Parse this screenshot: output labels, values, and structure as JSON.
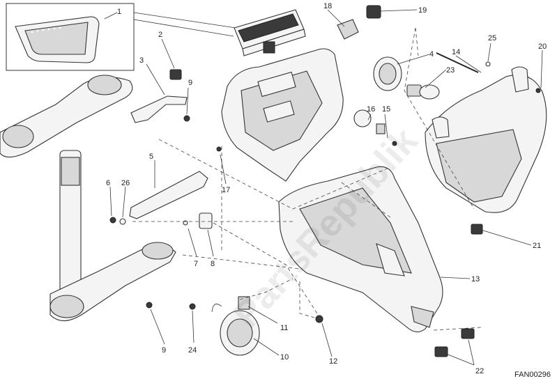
{
  "diagram": {
    "drawing_code": "FAN00296",
    "watermark": "PartsRepublik",
    "callouts": [
      {
        "id": "c1",
        "label": "1"
      },
      {
        "id": "c2",
        "label": "2"
      },
      {
        "id": "c3",
        "label": "3"
      },
      {
        "id": "c4",
        "label": "4"
      },
      {
        "id": "c5",
        "label": "5"
      },
      {
        "id": "c6",
        "label": "6"
      },
      {
        "id": "c7",
        "label": "7"
      },
      {
        "id": "c8",
        "label": "8"
      },
      {
        "id": "c9a",
        "label": "9"
      },
      {
        "id": "c9b",
        "label": "9"
      },
      {
        "id": "c10",
        "label": "10"
      },
      {
        "id": "c11",
        "label": "11"
      },
      {
        "id": "c12",
        "label": "12"
      },
      {
        "id": "c13",
        "label": "13"
      },
      {
        "id": "c14",
        "label": "14"
      },
      {
        "id": "c15",
        "label": "15"
      },
      {
        "id": "c16",
        "label": "16"
      },
      {
        "id": "c17",
        "label": "17"
      },
      {
        "id": "c18",
        "label": "18"
      },
      {
        "id": "c19",
        "label": "19"
      },
      {
        "id": "c20",
        "label": "20"
      },
      {
        "id": "c21",
        "label": "21"
      },
      {
        "id": "c22",
        "label": "22"
      },
      {
        "id": "c23",
        "label": "23"
      },
      {
        "id": "c24",
        "label": "24"
      },
      {
        "id": "c25",
        "label": "25"
      },
      {
        "id": "c26",
        "label": "26"
      }
    ]
  }
}
